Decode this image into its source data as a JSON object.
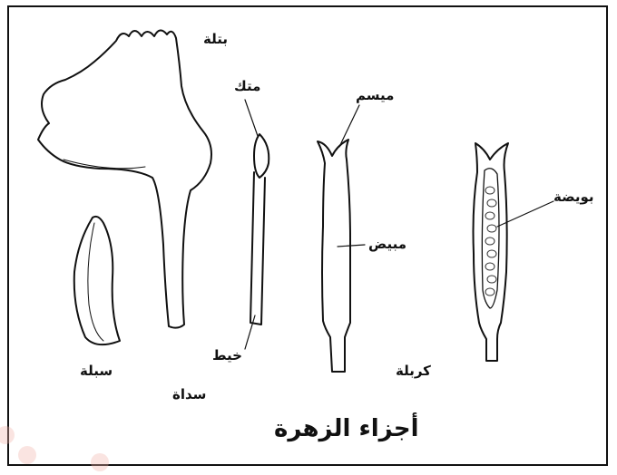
{
  "diagram": {
    "title": "أجزاء الزهرة",
    "labels": {
      "petal": "بتلة",
      "anther": "متك",
      "stigma": "ميسم",
      "ovule": "بويضة",
      "ovary": "مبيض",
      "filament": "خيط",
      "sepal": "سبلة",
      "carpel": "كربلة",
      "stamen": "سداة"
    }
  }
}
